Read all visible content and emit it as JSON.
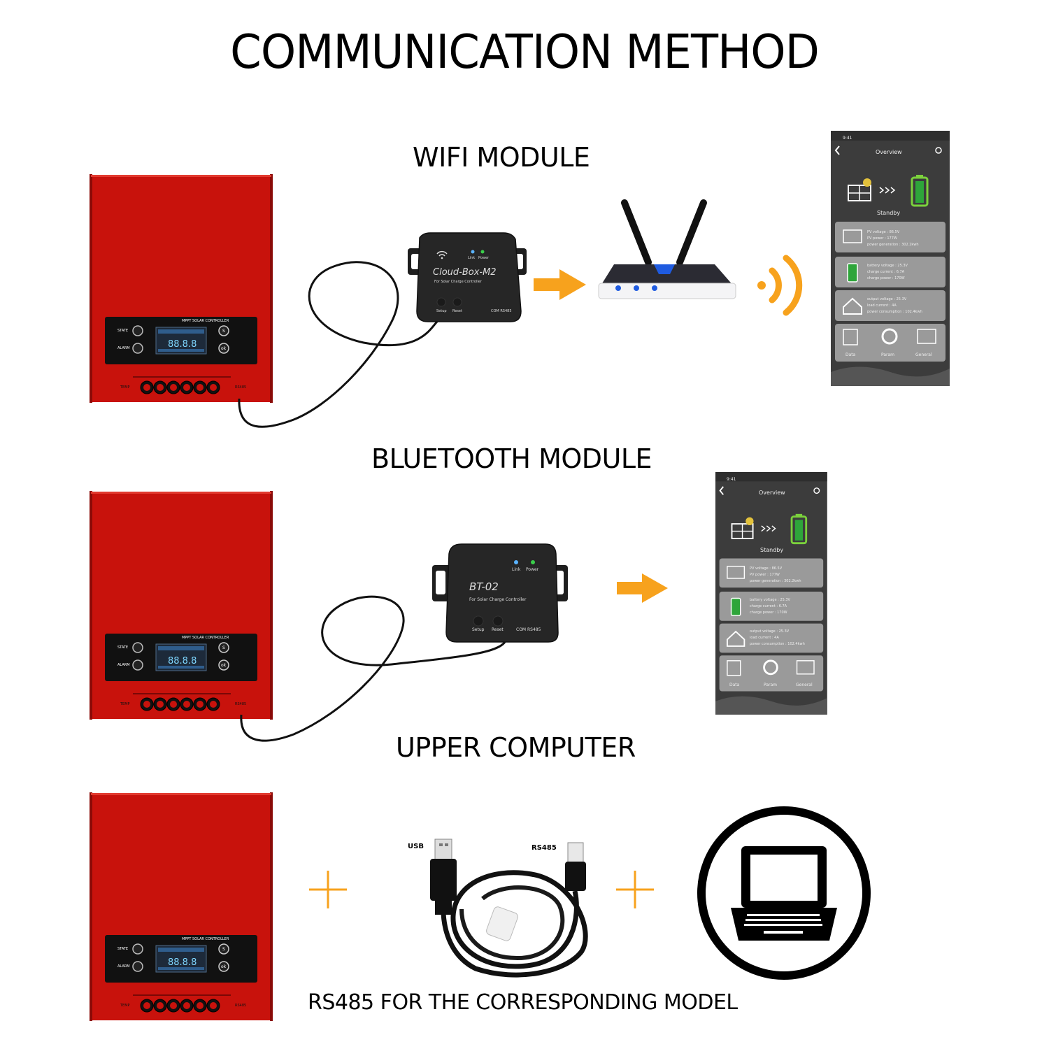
{
  "title": "COMMUNICATION METHOD",
  "sections": {
    "wifi": {
      "label": "WIFI MODULE",
      "module_name": "Cloud-Box-M2",
      "module_sub": "For Solar Charge Controller",
      "btn1": "Setup",
      "btn2": "Reset",
      "port": "COM RS485",
      "led1": "Link",
      "led2": "Power"
    },
    "bluetooth": {
      "label": "BLUETOOTH MODULE",
      "module_name": "BT-02",
      "module_sub": "For Solar Charge Controller",
      "btn1": "Setup",
      "btn2": "Reset",
      "port": "COM RS485",
      "led1": "Link",
      "led2": "Power"
    },
    "upper": {
      "label": "UPPER COMPUTER",
      "usb_label": "USB",
      "rs485_label": "RS485",
      "footnote": "RS485 FOR THE CORRESPONDING MODEL"
    }
  },
  "controller": {
    "panel_title": "MPPT SOLAR CONTROLLER",
    "state": "STATE",
    "alarm": "ALARM",
    "btn_s": "S",
    "btn_ok": "ok",
    "lcd": "88.8.8",
    "temp": "TEMP",
    "port": "RS485"
  },
  "phone": {
    "time": "9:41",
    "header": "Overview",
    "status": "Standby",
    "card1": [
      "PV voltage : 86.5V",
      "PV power : 177W",
      "power generation : 302.2kwh"
    ],
    "card2": [
      "battery voltage : 25.3V",
      "charge current : 6.7A",
      "charge power : 170W"
    ],
    "card3": [
      "output voltage : 25.3V",
      "load current : 4A",
      "power consumption : 102.4kwh"
    ],
    "nav": [
      "Data",
      "Param",
      "General"
    ]
  },
  "colors": {
    "controller_red": "#c8120c",
    "arrow_orange": "#f7a21d",
    "phone_bg": "#3a3a3a"
  }
}
